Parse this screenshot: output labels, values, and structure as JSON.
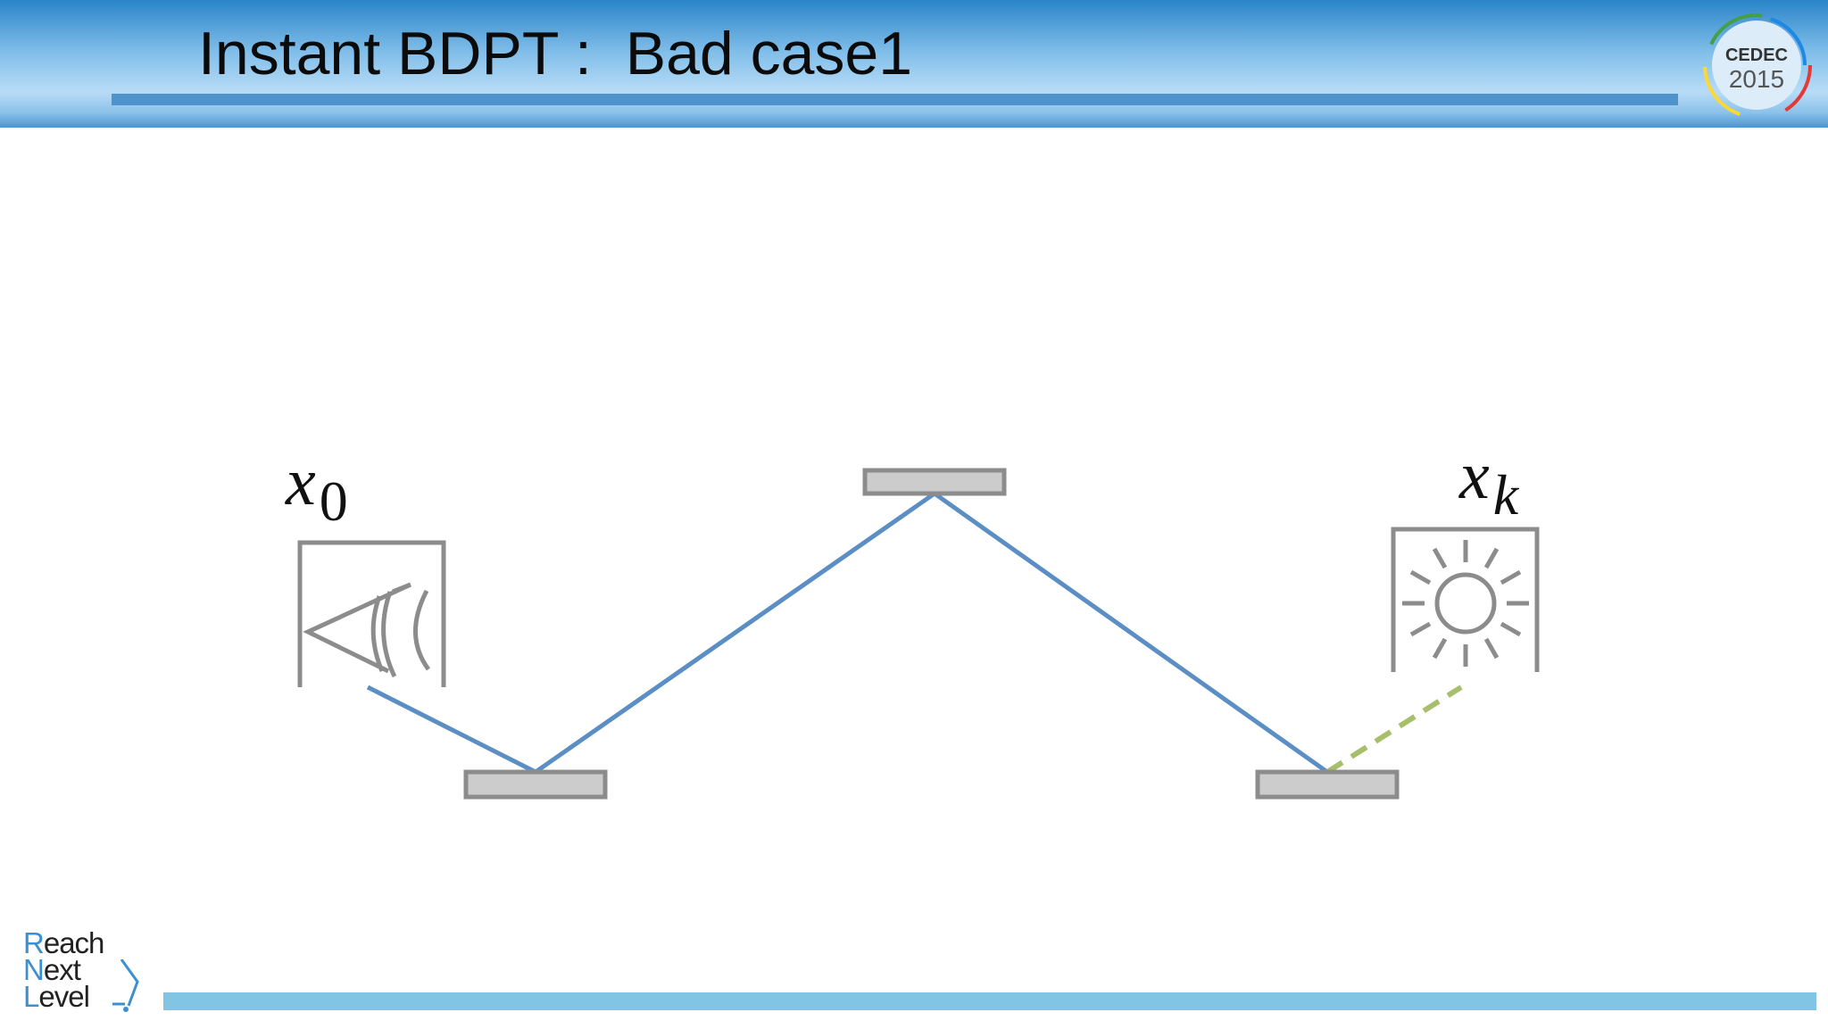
{
  "slide": {
    "title": "Instant BDPT :  Bad case1"
  },
  "badge": {
    "text_top": "CEDEC",
    "text_year": "2015"
  },
  "diagram": {
    "camera_label_base": "x",
    "camera_label_sub": "0",
    "light_label_base": "x",
    "light_label_sub": "k",
    "colors": {
      "path": "#5b8ec4",
      "light_connection": "#a7bf6a",
      "surface_fill": "#cccccc",
      "surface_stroke": "#8c8c8c",
      "icon_stroke": "#8c8c8c"
    }
  },
  "footer": {
    "logo_lines": [
      {
        "first": "R",
        "rest": "each"
      },
      {
        "first": "N",
        "rest": "ext"
      },
      {
        "first": "L",
        "rest": "evel"
      }
    ],
    "accent_color": "#82c4e3"
  }
}
